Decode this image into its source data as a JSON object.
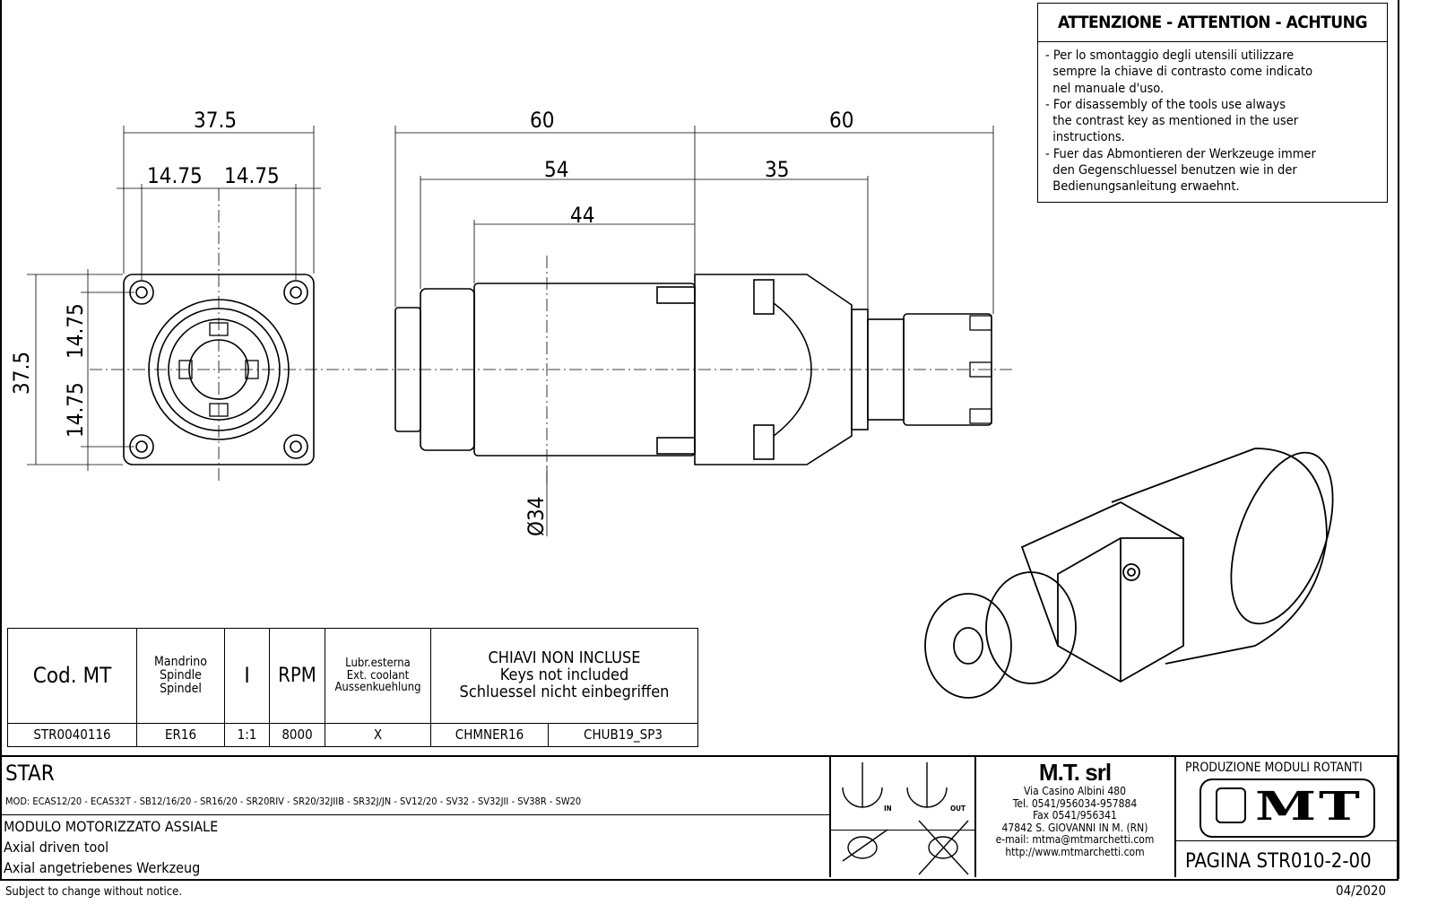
{
  "warning": {
    "title": "ATTENZIONE - ATTENTION - ACHTUNG",
    "lines": [
      "- Per lo smontaggio degli utensili utilizzare",
      "  sempre la chiave di contrasto come indicato",
      "  nel manuale d'uso.",
      "- For disassembly of the tools use always",
      "  the contrast key as mentioned in the user",
      "  instructions.",
      "- Fuer das Abmontieren der Werkzeuge immer",
      "  den Gegenschluessel benutzen wie in der",
      "  Bedienungsanleitung erwaehnt."
    ]
  },
  "dimensions": {
    "front_width": "37.5",
    "front_half_left": "14.75",
    "front_half_right": "14.75",
    "front_height": "37.5",
    "front_half_top": "14.75",
    "front_half_bottom": "14.75",
    "side_total_left": "60",
    "side_total_right": "60",
    "side_54": "54",
    "side_44": "44",
    "side_35": "35",
    "diameter": "Ø34"
  },
  "spec_table": {
    "headers": [
      "Cod. MT",
      [
        "Mandrino",
        "Spindle",
        "Spindel"
      ],
      "I",
      "RPM",
      [
        "Lubr.esterna",
        "Ext. coolant",
        "Aussenkuehlung"
      ],
      [
        "CHIAVI NON INCLUSE",
        "Keys not included",
        "Schluessel nicht einbegriffen"
      ]
    ],
    "row": {
      "code": "STR0040116",
      "spindle": "ER16",
      "ratio": "1:1",
      "rpm": "8000",
      "coolant": "X",
      "key1": "CHMNER16",
      "key2": "CHUB19_SP3"
    }
  },
  "title_block": {
    "machine": "STAR",
    "models": "MOD: ECAS12/20 - ECAS32T - SB12/16/20 - SR16/20 - SR20RIV - SR20/32JIIB - SR32J/JN - SV12/20 - SV32 - SV32JII - SV38R - SW20",
    "desc": [
      "MODULO MOTORIZZATO ASSIALE",
      "Axial driven tool",
      "Axial angetriebenes Werkzeug"
    ],
    "rotation_in": "IN",
    "rotation_out": "OUT",
    "company": {
      "name": "M.T. srl",
      "lines": [
        "Via Casino Albini 480",
        "Tel. 0541/956034-957884",
        "Fax 0541/956341",
        "47842 S. GIOVANNI IN M. (RN)",
        "e-mail: mtma@mtmarchetti.com",
        "http://www.mtmarchetti.com"
      ]
    },
    "production": "PRODUZIONE MODULI ROTANTI",
    "logo": "MT",
    "page": "PAGINA STR010-2-00"
  },
  "footer": {
    "notice": "Subject to change without notice.",
    "date": "04/2020"
  }
}
